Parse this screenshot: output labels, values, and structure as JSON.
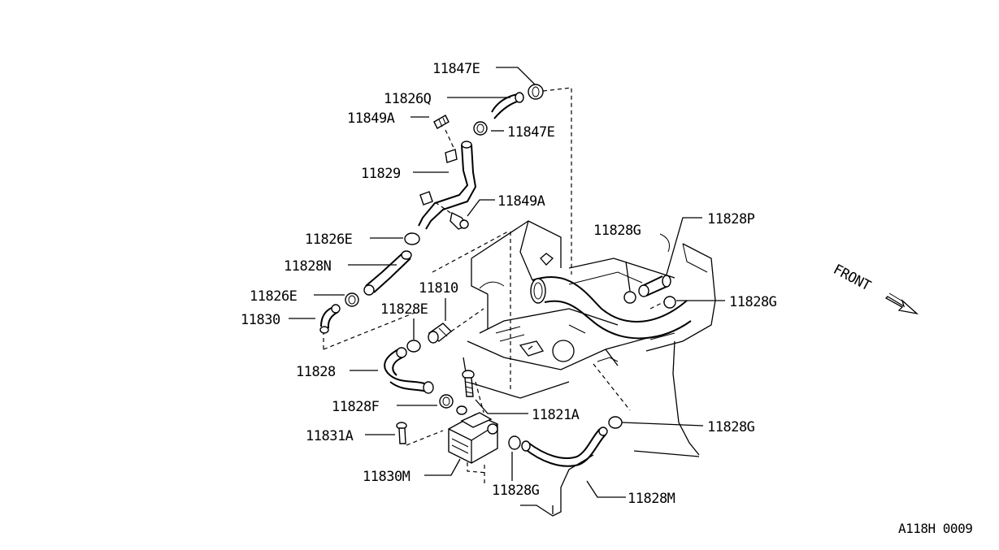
{
  "diagram": {
    "labels": [
      {
        "id": "l01",
        "text": "11847E"
      },
      {
        "id": "l02",
        "text": "11826Q"
      },
      {
        "id": "l03",
        "text": "11849A"
      },
      {
        "id": "l04",
        "text": "11847E"
      },
      {
        "id": "l05",
        "text": "11829"
      },
      {
        "id": "l06",
        "text": "11849A"
      },
      {
        "id": "l07",
        "text": "11826E"
      },
      {
        "id": "l08",
        "text": "11828N"
      },
      {
        "id": "l09",
        "text": "11826E"
      },
      {
        "id": "l10",
        "text": "11830"
      },
      {
        "id": "l11",
        "text": "11810"
      },
      {
        "id": "l12",
        "text": "11828E"
      },
      {
        "id": "l13",
        "text": "11828"
      },
      {
        "id": "l14",
        "text": "11828F"
      },
      {
        "id": "l15",
        "text": "11821A"
      },
      {
        "id": "l16",
        "text": "11831A"
      },
      {
        "id": "l17",
        "text": "11830M"
      },
      {
        "id": "l18",
        "text": "11828G"
      },
      {
        "id": "l19",
        "text": "11828M"
      },
      {
        "id": "l20",
        "text": "11828G"
      },
      {
        "id": "l21",
        "text": "11828G"
      },
      {
        "id": "l22",
        "text": "11828P"
      },
      {
        "id": "l23",
        "text": "11828G"
      }
    ],
    "front_label": "FRONT",
    "reference_code": "A118H 0009"
  }
}
